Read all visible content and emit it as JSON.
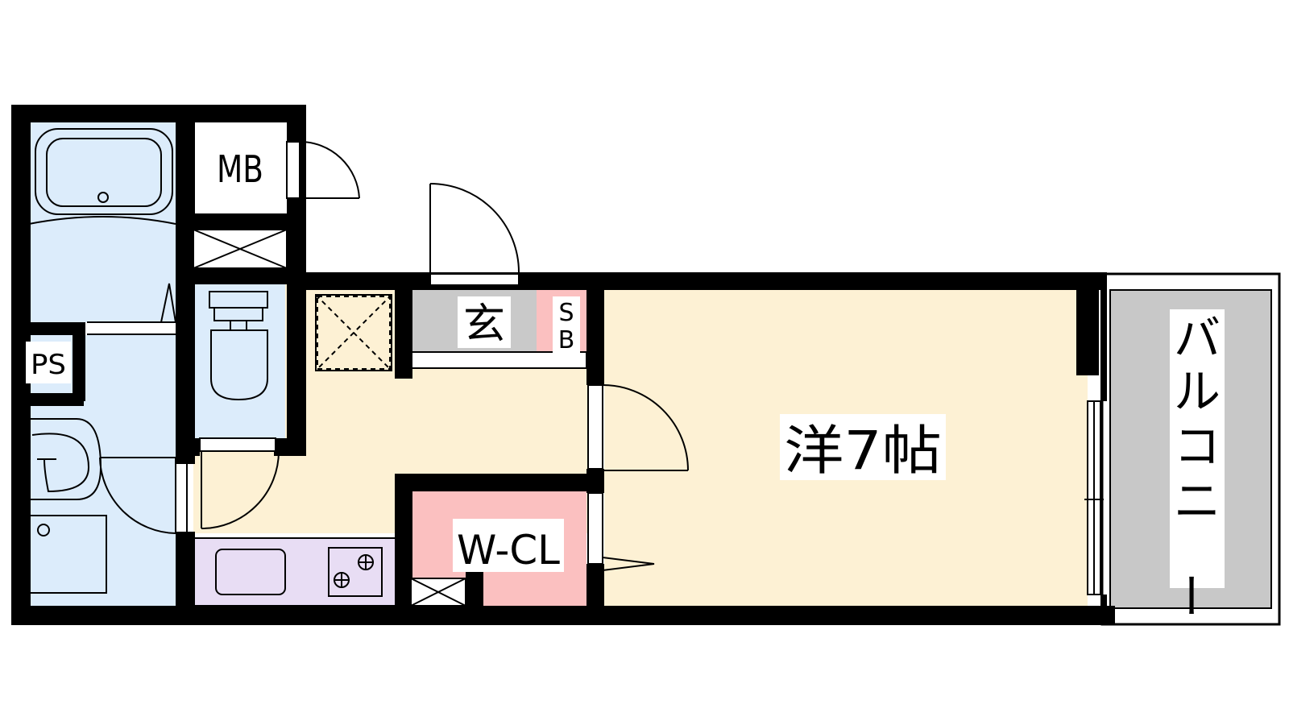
{
  "labels": {
    "mb": "MB",
    "ps": "PS",
    "genkan": "玄",
    "sb_top": "S",
    "sb_bottom": "B",
    "main_room": "洋7帖",
    "wcl": "W-CL",
    "balcony": [
      "バ",
      "ル",
      "コ",
      "ニ",
      "ー"
    ]
  },
  "colors": {
    "wet_area": "#dcecfb",
    "living": "#fdf1d4",
    "kitchen": "#e8ddf4",
    "closet": "#fbc0c0",
    "entrance": "#c9c9c9",
    "balcony": "#c8c8c8",
    "wall": "#000000"
  }
}
